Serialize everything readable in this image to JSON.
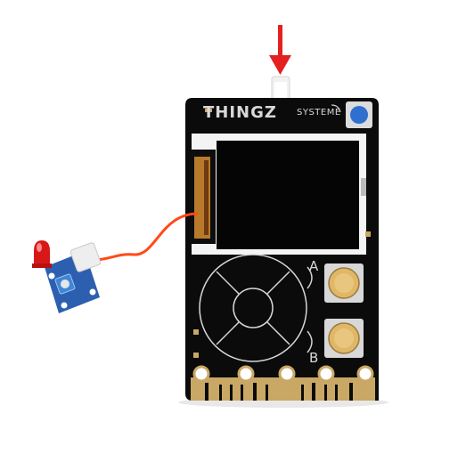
{
  "board": {
    "brand": "THINGZ",
    "system_label": "SYSTEME",
    "button_a_label": "A",
    "button_b_label": "B"
  },
  "colors": {
    "board": "#0b0b0b",
    "screen": "#050505",
    "gold": "#c9a865",
    "button": "#e0b766",
    "system_button": "#2f6fd0",
    "arrow": "#e42020",
    "cable": "#ff4a18",
    "module": "#2d5fb0",
    "led": "#d81818"
  },
  "icons": [
    "down-arrow-icon",
    "led-icon",
    "dpad-icon"
  ]
}
